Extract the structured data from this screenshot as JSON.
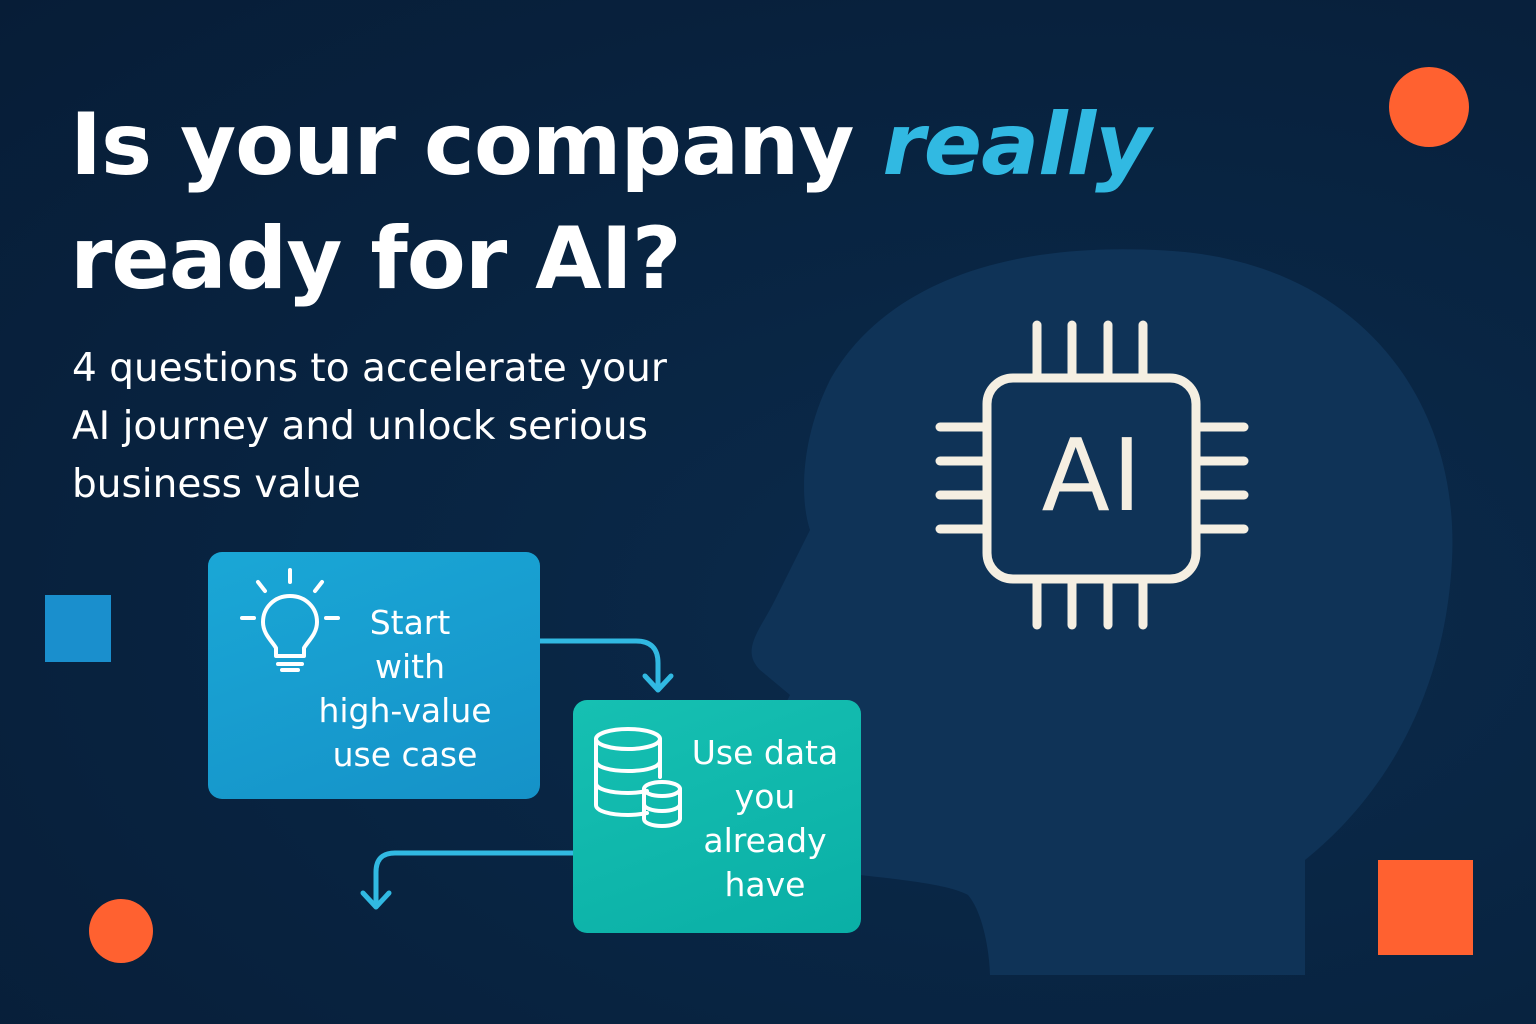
{
  "headline": {
    "line1_prefix": "Is your company ",
    "line1_accent": "really",
    "line2": "ready for AI?"
  },
  "subtitle": {
    "line1": "4 questions to accelerate your",
    "line2": "AI journey and unlock serious",
    "line3": "business value"
  },
  "chip": {
    "label": "AI"
  },
  "steps": [
    {
      "icon": "lightbulb-icon",
      "lines": [
        "Start",
        "with",
        "high-value",
        "use case"
      ]
    },
    {
      "icon": "database-icon",
      "lines": [
        "Use data",
        "you",
        "already",
        "have"
      ]
    }
  ],
  "colors": {
    "background": "#082340",
    "head_silhouette": "#0f3357",
    "headline_text": "#ffffff",
    "accent_cyan": "#31b9e2",
    "orange": "#ff6130",
    "card_blue": "#1aa7d6",
    "card_teal": "#16c0b2",
    "chip_stroke": "#f5efe2",
    "square_blue": "#1a8fcd"
  }
}
